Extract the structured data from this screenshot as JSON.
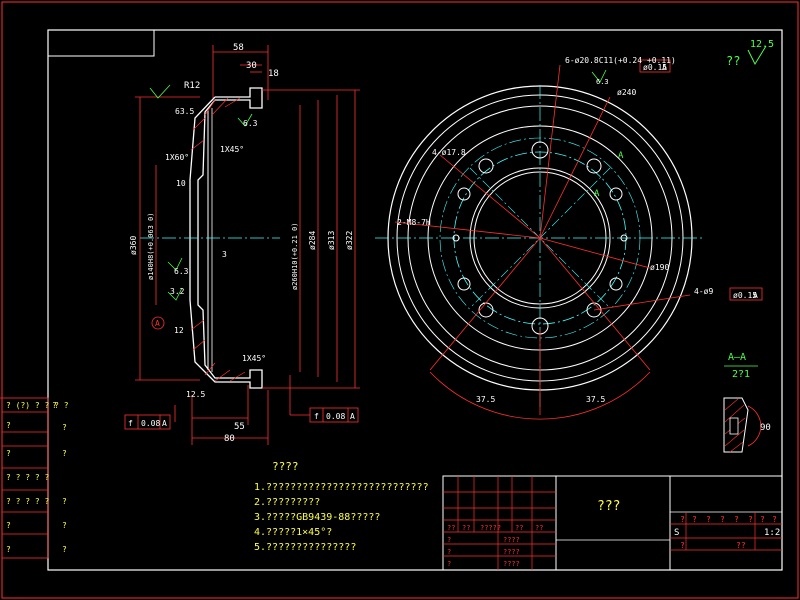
{
  "drawing": {
    "title_text": "???",
    "roughness_label": "??",
    "roughness_value": "12.5"
  },
  "tech_requirements": {
    "heading": "????",
    "items": [
      "1.???????????????????????????",
      "2.?????????",
      "3.?????GB9439-88?????",
      "4.?????1×45°?",
      "5.???????????????"
    ]
  },
  "side_view": {
    "dim_58": "58",
    "dim_30": "30",
    "dim_18": "18",
    "dim_R12": "R12",
    "dim_63": "63.5",
    "dim_1x60": "1X60°",
    "dim_1x45_top": "1X45°",
    "dim_10": "10",
    "dim_3": "3",
    "dim_12": "12",
    "dim_1x45_bot": "1X45°",
    "dim_125": "12.5",
    "dim_55": "55",
    "dim_80": "80",
    "dia_360": "ø360",
    "dia_140": "ø140H8(+0.063 0)",
    "dia_260": "ø260H10(+0.21 0)",
    "dia_284": "ø284",
    "dia_313": "ø313",
    "dia_322": "ø322",
    "rough_a": "6.3",
    "rough_b": "6.3",
    "rough_c": "3.2",
    "tol_left_sym": "f",
    "tol_left_val": "0.08",
    "tol_left_ref": "A",
    "tol_right_sym": "f",
    "tol_right_val": "0.08",
    "tol_right_ref": "A",
    "datum_A": "A"
  },
  "front_view": {
    "holes_6": "6-ø20.8C11(+0.24 +0.11)",
    "holes_6_rough": "6.3",
    "holes_6_tol": "ø0.15",
    "holes_6_tol_ref": "A",
    "bolt_circle": "ø240",
    "holes_4_178": "4-ø17.8",
    "thread": "2-M8-7H",
    "radius_190": "ø190",
    "holes_4_9": "4-ø9",
    "holes_4_9_tol": "ø0.15",
    "holes_4_9_tol_ref": "A",
    "dim_375_left": "37.5",
    "dim_375_right": "37.5",
    "label_A_top": "A",
    "label_A_mid": "A"
  },
  "section_view": {
    "title": "A—A",
    "scale": "2?1",
    "angle": "90"
  },
  "left_table": {
    "rows": [
      "? (?) ? ? ? ?",
      "?",
      "?",
      "? ? ? ? ?",
      "? ? ? ? ?",
      "?",
      "?"
    ],
    "col2": [
      "?",
      "?",
      "?",
      "",
      "?",
      "?",
      "?"
    ]
  },
  "title_block": {
    "name": "???",
    "header_row": [
      "?",
      "?",
      "?",
      "?",
      "?",
      "?",
      "?",
      "?"
    ],
    "scale_label": "S",
    "scale_value": "1:2",
    "sheet_label": "?",
    "small_cells": [
      "??",
      "??",
      "?????",
      "??",
      "??",
      "?",
      "????",
      "?",
      "????",
      "?",
      "????"
    ],
    "bottom_mid": "??"
  }
}
